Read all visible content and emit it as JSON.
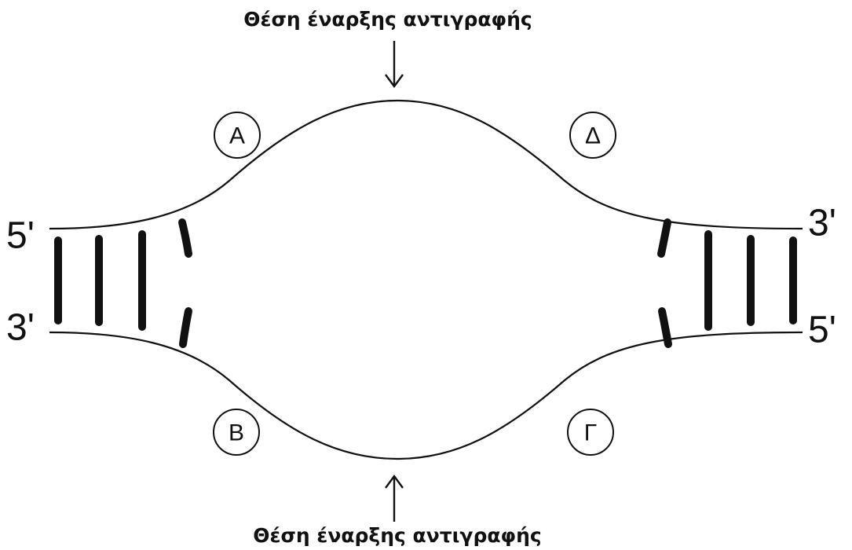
{
  "origin_labels": {
    "top": "Θέση έναρξης αντιγραφής",
    "bottom": "Θέση έναρξης αντιγραφής"
  },
  "strand_ends": {
    "top_left": "5'",
    "bottom_left": "3'",
    "top_right": "3'",
    "bottom_right": "5'"
  },
  "fork_labels": {
    "A": "Α",
    "B": "Β",
    "C": "Γ",
    "D": "Δ"
  }
}
